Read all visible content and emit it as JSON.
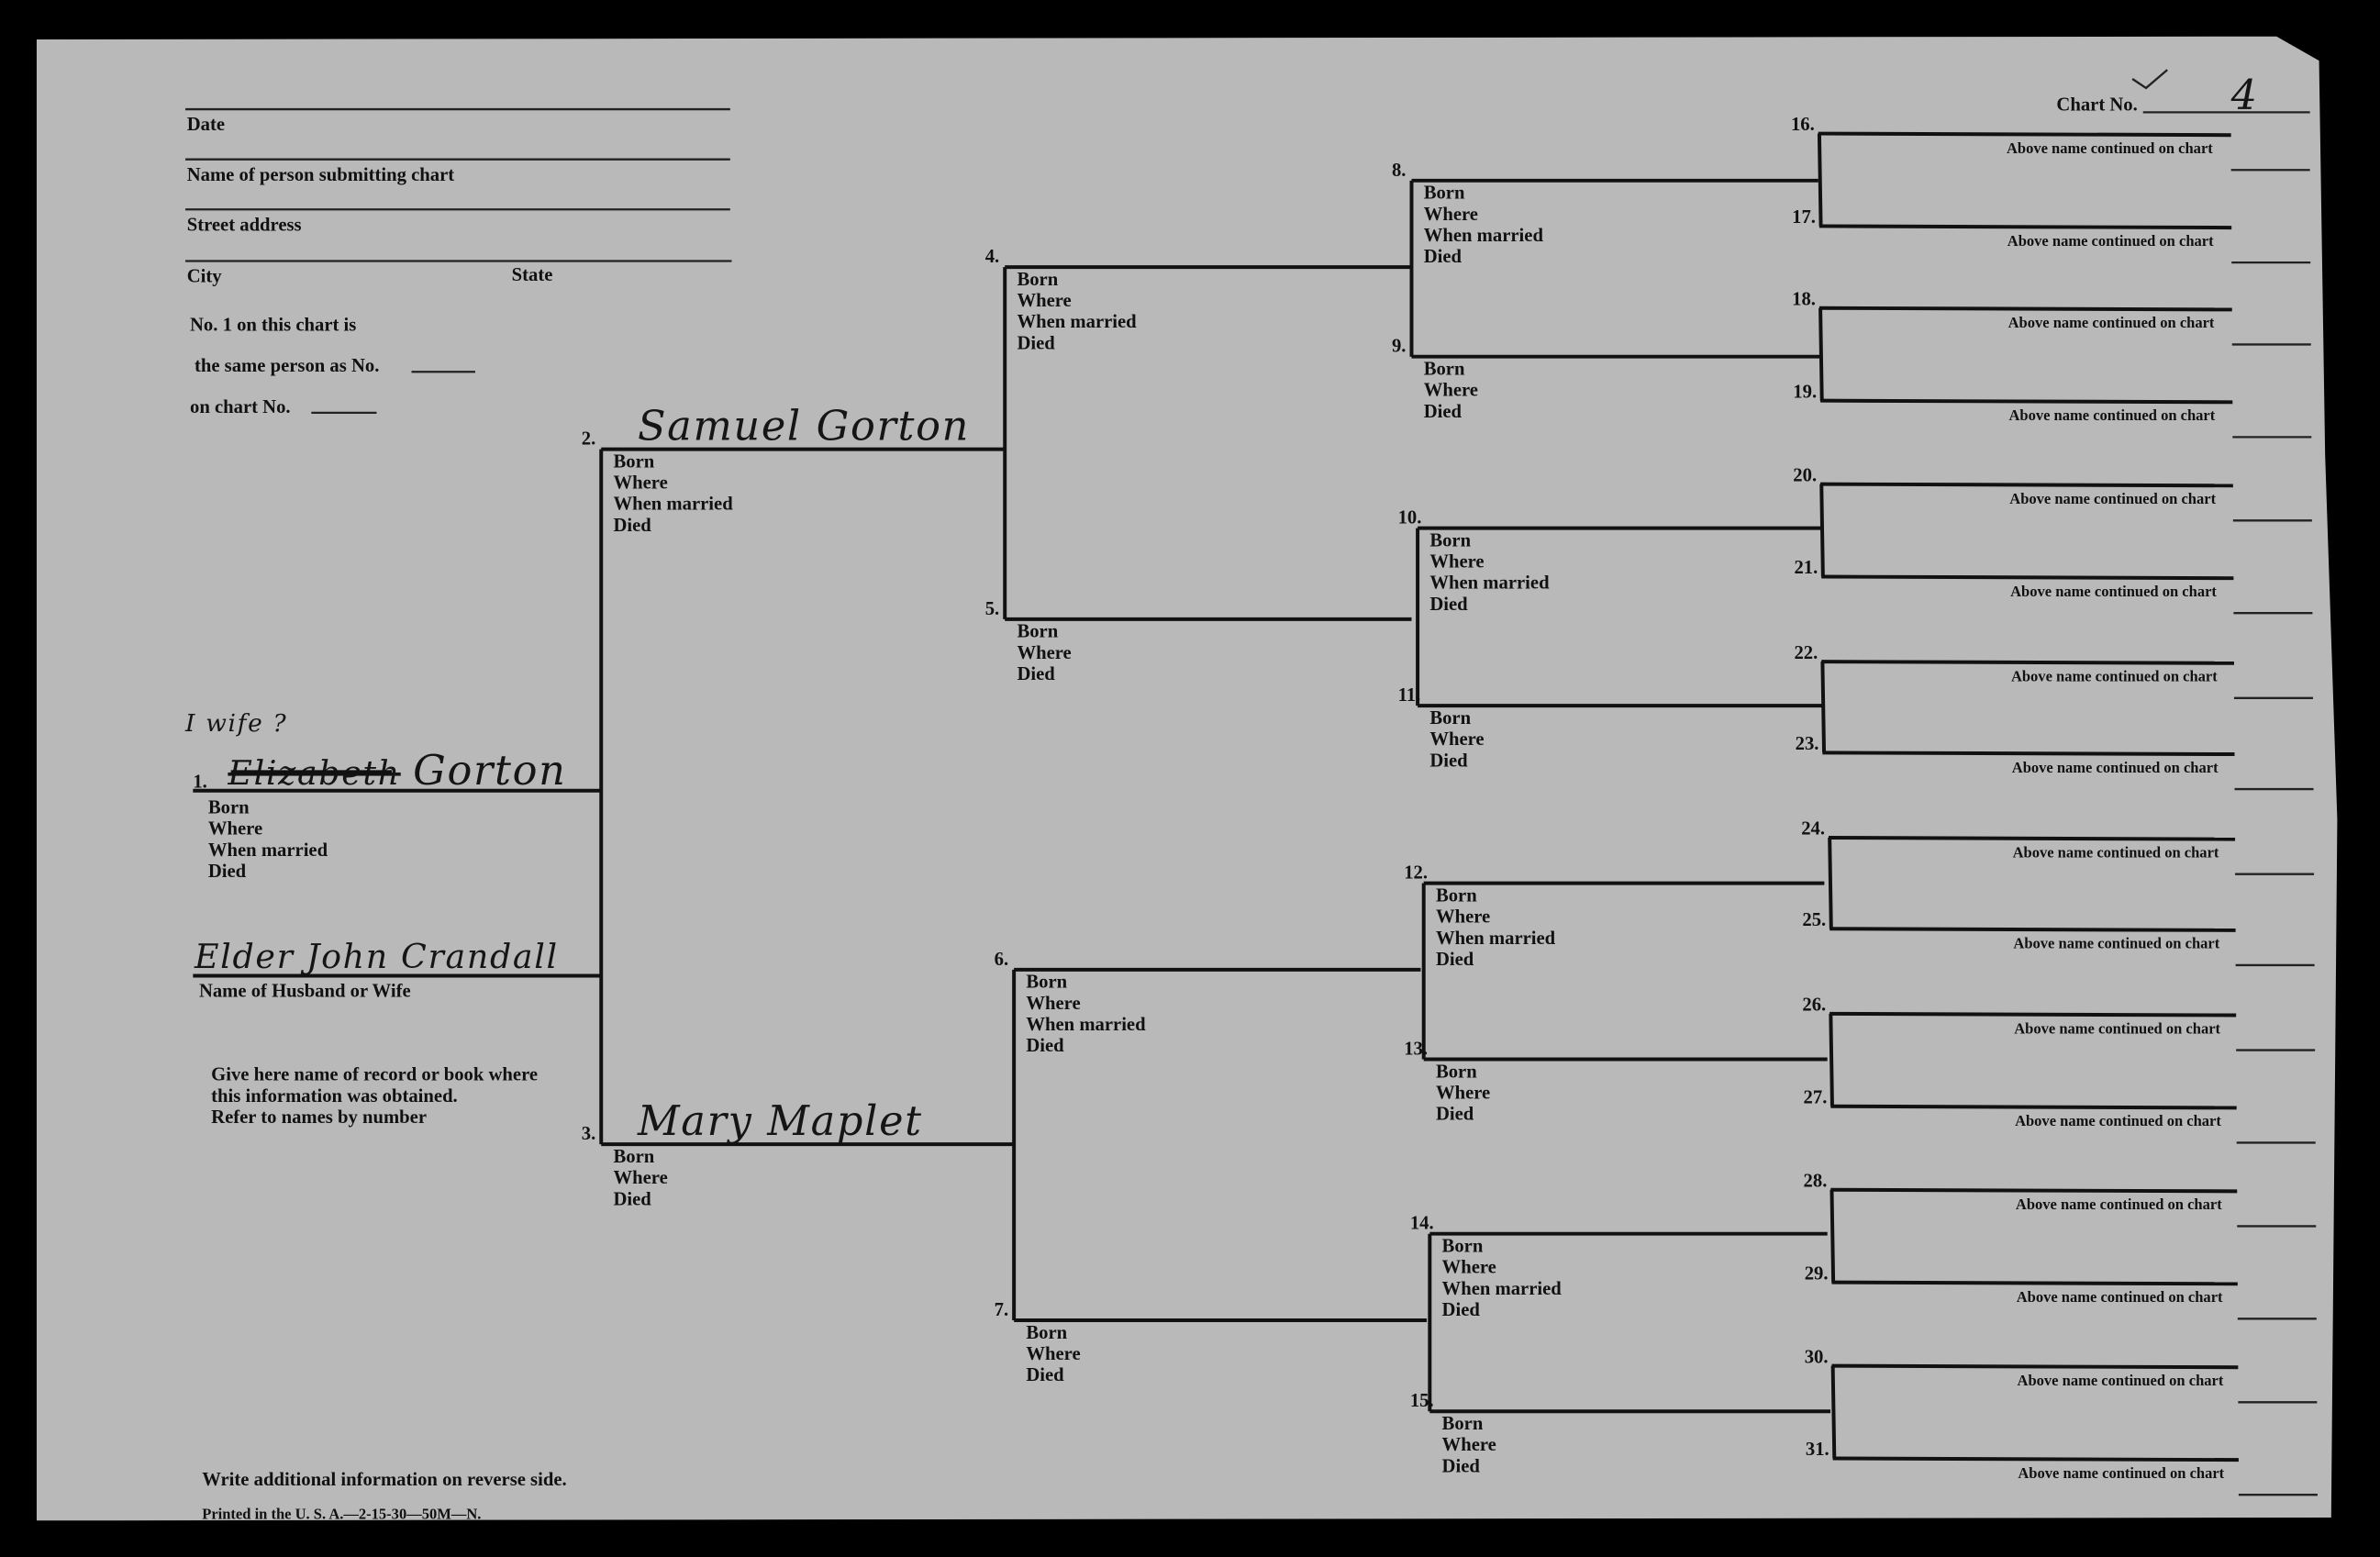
{
  "form": {
    "date_label": "Date",
    "name_label": "Name of person submitting chart",
    "street_label": "Street address",
    "city_label": "City",
    "state_label": "State",
    "same_person_1": "No. 1 on this chart is",
    "same_person_2": "the same person as No.",
    "same_person_3": "on chart No."
  },
  "chart_no": {
    "label": "Chart No.",
    "value": "4"
  },
  "person1": {
    "number": "1.",
    "note": "I wife ?",
    "name_struck": "Elizabeth",
    "name": "Gorton",
    "fields": [
      "Born",
      "Where",
      "When married",
      "Died"
    ]
  },
  "spouse": {
    "name": "Elder John Crandall",
    "label": "Name of Husband or Wife"
  },
  "source_note": [
    "Give here name of record or book where",
    "this information was obtained.",
    "Refer to names by number"
  ],
  "persons": [
    {
      "number": "2.",
      "name": "Samuel Gorton",
      "fields": [
        "Born",
        "Where",
        "When married",
        "Died"
      ]
    },
    {
      "number": "3.",
      "name": "Mary Maplet",
      "fields": [
        "Born",
        "Where",
        "Died"
      ]
    },
    {
      "number": "4.",
      "name": "",
      "fields": [
        "Born",
        "Where",
        "When married",
        "Died"
      ]
    },
    {
      "number": "5.",
      "name": "",
      "fields": [
        "Born",
        "Where",
        "Died"
      ]
    },
    {
      "number": "6.",
      "name": "",
      "fields": [
        "Born",
        "Where",
        "When married",
        "Died"
      ]
    },
    {
      "number": "7.",
      "name": "",
      "fields": [
        "Born",
        "Where",
        "Died"
      ]
    },
    {
      "number": "8.",
      "name": "",
      "fields": [
        "Born",
        "Where",
        "When married",
        "Died"
      ]
    },
    {
      "number": "9.",
      "name": "",
      "fields": [
        "Born",
        "Where",
        "Died"
      ]
    },
    {
      "number": "10.",
      "name": "",
      "fields": [
        "Born",
        "Where",
        "When married",
        "Died"
      ]
    },
    {
      "number": "11.",
      "name": "",
      "fields": [
        "Born",
        "Where",
        "Died"
      ]
    },
    {
      "number": "12.",
      "name": "",
      "fields": [
        "Born",
        "Where",
        "When married",
        "Died"
      ]
    },
    {
      "number": "13.",
      "name": "",
      "fields": [
        "Born",
        "Where",
        "Died"
      ]
    },
    {
      "number": "14.",
      "name": "",
      "fields": [
        "Born",
        "Where",
        "When married",
        "Died"
      ]
    },
    {
      "number": "15.",
      "name": "",
      "fields": [
        "Born",
        "Where",
        "Died"
      ]
    }
  ],
  "outer_numbers": [
    "16.",
    "17.",
    "18.",
    "19.",
    "20.",
    "21.",
    "22.",
    "23.",
    "24.",
    "25.",
    "26.",
    "27.",
    "28.",
    "29.",
    "30.",
    "31."
  ],
  "continued_label": "Above name continued on chart",
  "footer": {
    "reverse_note": "Write additional information on reverse side.",
    "printed": "Printed in the U. S. A.—2-15-30—50M—N."
  }
}
